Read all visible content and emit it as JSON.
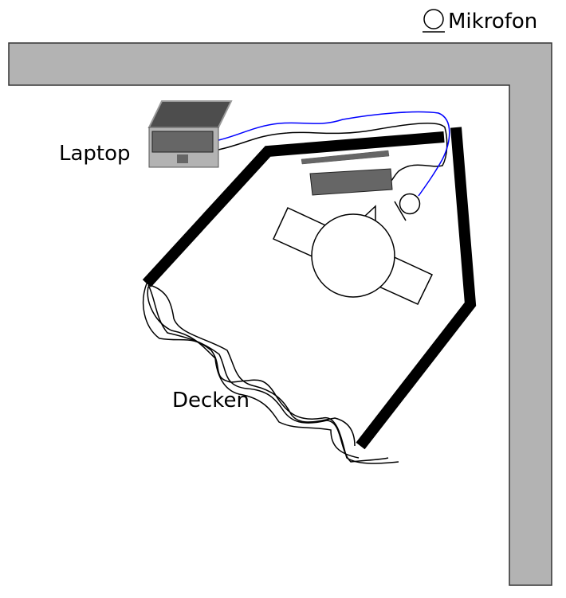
{
  "labels": {
    "mikrofon": "Mikrofon",
    "laptop": "Laptop",
    "decken": "Decken"
  },
  "colors": {
    "wall": "#b3b3b3",
    "device_dark": "#666666",
    "laptop_lid": "#4d4d4d",
    "blue_cable": "#0000ff"
  }
}
